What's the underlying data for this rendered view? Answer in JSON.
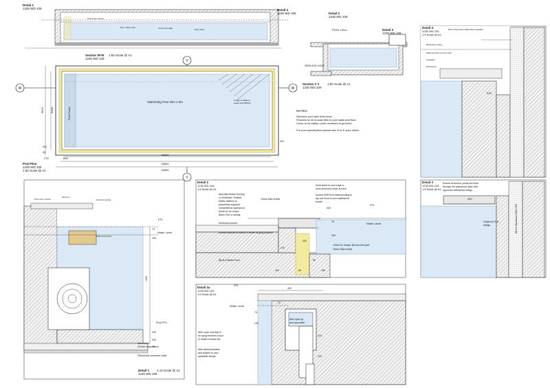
{
  "sheet": {
    "detail1_top": {
      "title": "Detail 1",
      "ref": "1230 WD 109"
    },
    "detail4_top": {
      "title": "Detail 4",
      "ref": "1230 WD 109"
    },
    "detail2_top": {
      "title": "Detail 2",
      "ref": "1230 WD 109"
    },
    "detail3_top": {
      "title": "Detail 3",
      "ref": "1230 WD 109"
    },
    "pool_hall": "POOL HALL",
    "service_void": "SERVICE VOID",
    "section_ww": {
      "title": "Section W-W",
      "scale": "1:50 Scale @ A1",
      "ref": "1230 WD 109"
    },
    "section_yy": {
      "title": "Section Y-Y",
      "scale": "1:50 Scale @ A1",
      "ref": "1230 WD 109"
    },
    "pool_plan": {
      "title": "Pool Plan",
      "ref": "1230 WD 109",
      "scale": "1:50 Scale @ A1",
      "label": "Swimming Pool 15m x 5m",
      "cover": "Pool Cover"
    },
    "grid": {
      "w": "W",
      "y": "Y"
    },
    "plan_dims": {
      "d1": "15000",
      "d2": "15600",
      "d3": "16500",
      "d4": "800",
      "d5": "275",
      "d6": "5000",
      "d7": "5875",
      "d8": "200",
      "d9": "50",
      "d10": "200"
    },
    "notes": {
      "heading": "NOTES:",
      "lines": [
        "Skimmer pool with level deck.",
        "Finishes to be mosaic tiles to pool walls and floor.",
        "Cover to be safety cover recessed in grooves.",
        "",
        "For pool specification please see M & E spec sheet."
      ]
    },
    "detail4_panel": {
      "title": "Detail 4",
      "ref": "1230 WD 109",
      "scale": "1:5 Scale @ A1",
      "dim": "210",
      "side_note": "80mm Styrofoam 2500 XPS insulation",
      "note_lines": [
        "Recessed nosing",
        "Waterproofed concrete wall",
        "Insulation",
        "Reinforced"
      ]
    },
    "detail2_panel": {
      "title": "Detail 2",
      "ref": "1230 WD 109",
      "scale": "1:5 Scale @ A1",
      "notes_left": [
        "Specified timber flooring",
        "on 50x50mm Treated",
        "timber battens on",
        "proprietary supports",
        "Cementitious waterproof",
        "render to be Grace",
        "Betec Flex or similar"
      ],
      "reinforced": "reinforced screed",
      "screed": "Screed reduces to 60mm in centre at gully position",
      "sika": "10mm Sika render",
      "solid_stone": [
        "Solid stone to pool edge is",
        "resin anchored down at back"
      ],
      "screed_sb": [
        "Screed SBR floor waterproofing to",
        "lap and bond to pool waterproof",
        "render."
      ],
      "mosaic": "10mm for mosaic tile and bed joint",
      "sika2": "15mm Sika render",
      "block": "Block & Beam Floor",
      "ffl": "FFL",
      "water_level": "Water Level",
      "dims": [
        "400",
        "75",
        "235",
        "215",
        "80",
        "225",
        "200",
        "150",
        "50"
      ]
    },
    "detail3_panel": {
      "title": "Detail 3",
      "ref": "1230 WD 109",
      "scale": "1:5 Scale @ A1",
      "note": [
        "Ensure all anchor points are fixed",
        "through the waterproof layer with",
        "approved waterproof fixings."
      ],
      "dim": "400",
      "side": "80mm Styrofoam 2500 XPS",
      "subject": [
        "Subject to S.E.",
        "design"
      ]
    },
    "detail1_panel": {
      "title": "Detail 1",
      "ref": "1230 WD 109",
      "scale": "1:10 Scale @ A1",
      "ffl": "FFL",
      "water_level": "Water Level",
      "pool_ffl": "Pool FFL",
      "insulation": [
        "Insulation",
        "20mm Hydroduct"
      ],
      "structural": "Structural concrete slab.",
      "dims": [
        "75",
        "150",
        "1400",
        "100",
        "200",
        "75"
      ],
      "small_notes": [
        "Pool cover recess",
        "Skimmer",
        "Grid and coping",
        "Wall construction"
      ]
    },
    "detail2a_panel": {
      "title": "Detail 2a",
      "ref": "1230 WD 109",
      "scale": "1:5 Scale @ A1",
      "ffl": "FFL",
      "water_level": "Water Level",
      "weir_spec": [
        "Weir spec by",
        "pool specialist"
      ],
      "weir_cover": [
        "Weir cover and flap to",
        "be spray finished colour",
        "to match mosaics tbc"
      ],
      "weir_detail": [
        "Weir detail indicative",
        "and subject to pool",
        "specialist design."
      ],
      "dims": [
        "400",
        "70",
        "75",
        "150",
        "210",
        "100"
      ]
    }
  }
}
